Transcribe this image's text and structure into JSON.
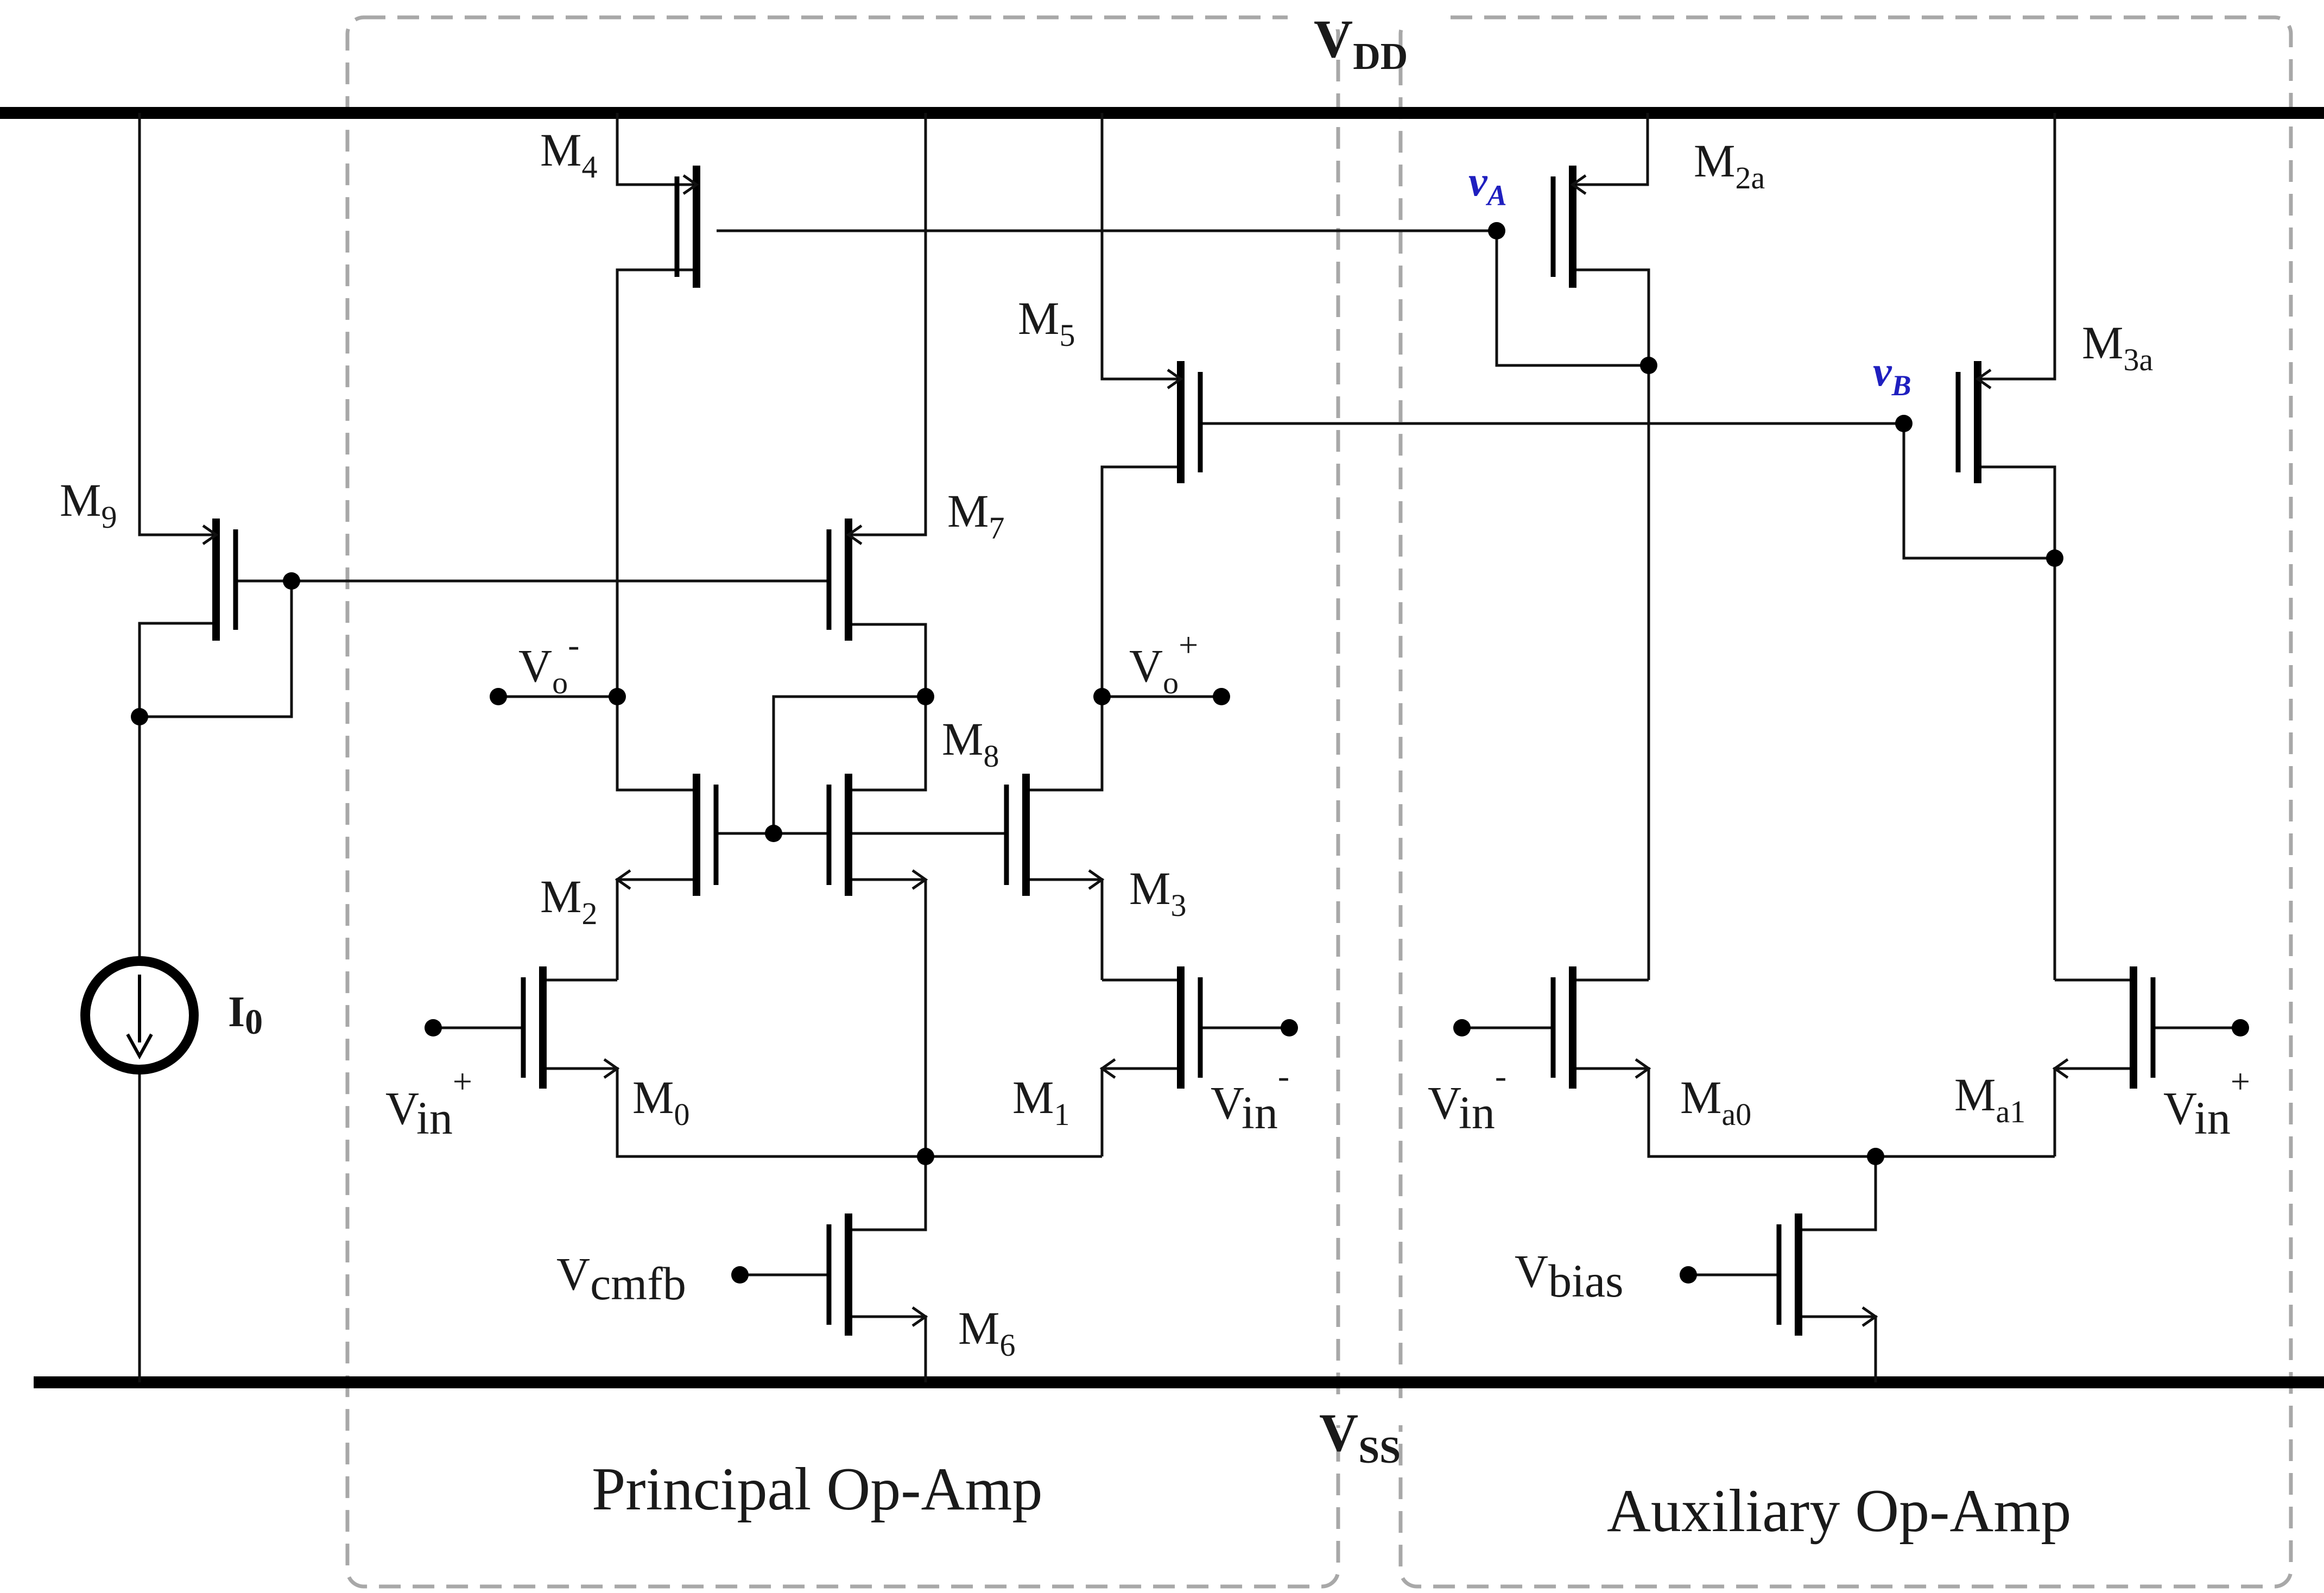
{
  "rails": {
    "vdd": {
      "main": "V",
      "sub": "DD"
    },
    "vss": {
      "main": "V",
      "sub": "SS"
    }
  },
  "blocks": {
    "principal": "Principal Op-Amp",
    "auxiliary": "Auxiliary Op-Amp"
  },
  "transistors": {
    "m4": {
      "main": "M",
      "sub": "4"
    },
    "m5": {
      "main": "M",
      "sub": "5"
    },
    "m9": {
      "main": "M",
      "sub": "9"
    },
    "m7": {
      "main": "M",
      "sub": "7"
    },
    "m8": {
      "main": "M",
      "sub": "8"
    },
    "m2": {
      "main": "M",
      "sub": "2"
    },
    "m3": {
      "main": "M",
      "sub": "3"
    },
    "m0": {
      "main": "M",
      "sub": "0"
    },
    "m1": {
      "main": "M",
      "sub": "1"
    },
    "m6": {
      "main": "M",
      "sub": "6"
    },
    "m2a": {
      "main": "M",
      "sub": "2a"
    },
    "m3a": {
      "main": "M",
      "sub": "3a"
    },
    "ma0": {
      "main": "M",
      "sub": "a0"
    },
    "ma1": {
      "main": "M",
      "sub": "a1"
    }
  },
  "nodes": {
    "va": {
      "main": "v",
      "sub": "A"
    },
    "vb": {
      "main": "v",
      "sub": "B"
    }
  },
  "terminals": {
    "vo_minus": {
      "main": "V",
      "sub": "o",
      "sup": "-"
    },
    "vo_plus": {
      "main": "V",
      "sub": "o",
      "sup": "+"
    },
    "vin_plus_left": {
      "main": "V",
      "sub": "in",
      "sup": "+"
    },
    "vin_minus_left": {
      "main": "V",
      "sub": "in",
      "sup": "-"
    },
    "vin_minus_right": {
      "main": "V",
      "sub": "in",
      "sup": "-"
    },
    "vin_plus_right": {
      "main": "V",
      "sub": "in",
      "sup": "+"
    },
    "vcmfb": {
      "main": "V",
      "sub": "cmfb"
    },
    "vbias": {
      "main": "V",
      "sub": "bias"
    }
  },
  "current_source": {
    "main": "I",
    "sub": "0"
  }
}
